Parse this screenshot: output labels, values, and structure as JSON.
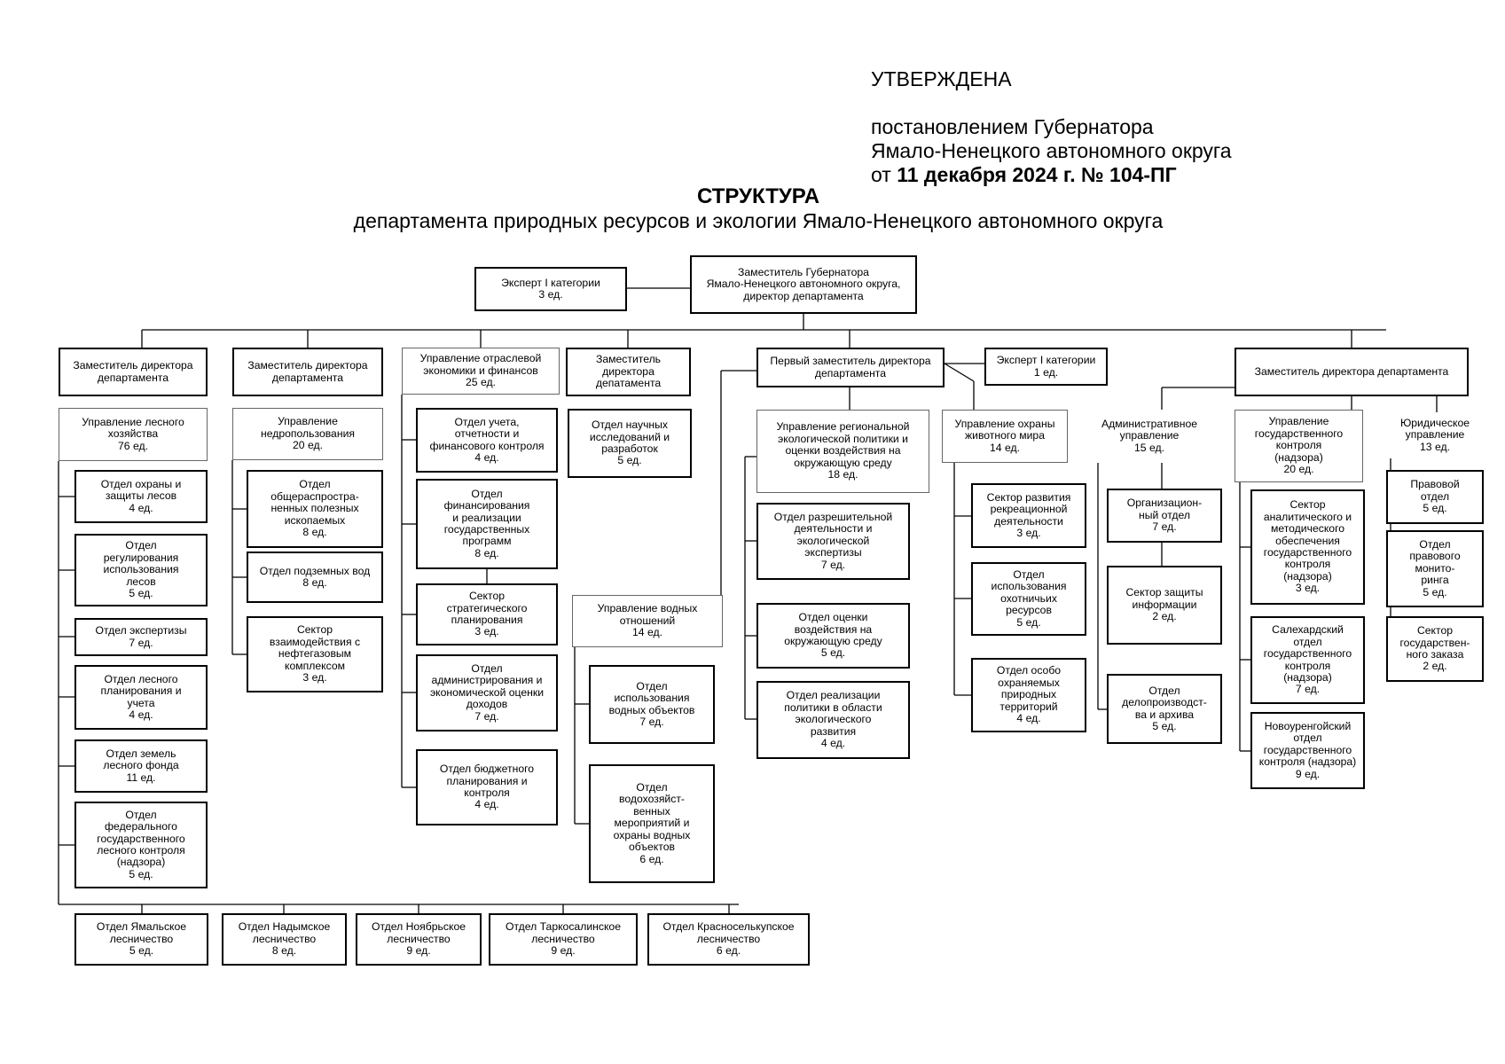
{
  "approval": {
    "heading": "УТВЕРЖДЕНА",
    "line1": "постановлением Губернатора",
    "line2": "Ямало-Ненецкого автономного округа",
    "date_prefix": "от",
    "date_value": "11 декабря 2024 г. № 104-ПГ"
  },
  "title": {
    "main": "СТРУКТУРА",
    "sub": "департамента природных ресурсов и экологии Ямало-Ненецкого автономного округа"
  },
  "units": [
    {
      "id": "director",
      "name": "Заместитель Губернатора\nЯмало-Ненецкого автономного округа,\nдиректор департамента",
      "count": ""
    },
    {
      "id": "expert_top",
      "name": "Эксперт I категории",
      "count": "3 ед."
    },
    {
      "id": "dep1",
      "name": "Заместитель директора\nдепартамента",
      "count": ""
    },
    {
      "id": "dep2",
      "name": "Заместитель директора\nдепартамента",
      "count": ""
    },
    {
      "id": "econ_mgmt",
      "name": "Управление отраслевой\nэкономики и финансов",
      "count": "25 ед."
    },
    {
      "id": "dep3",
      "name": "Заместитель\nдиректора\nдепатамента",
      "count": ""
    },
    {
      "id": "first_dep",
      "name": "Первый заместитель директора\nдепартамента",
      "count": ""
    },
    {
      "id": "expert_mid",
      "name": "Эксперт I категории",
      "count": "1 ед."
    },
    {
      "id": "dep4",
      "name": "Заместитель директора департамента",
      "count": ""
    },
    {
      "id": "forest_mgmt",
      "name": "Управление лесного\nхозяйства",
      "count": "76 ед."
    },
    {
      "id": "f1",
      "name": "Отдел охраны и\nзащиты лесов",
      "count": "4 ед."
    },
    {
      "id": "f2",
      "name": "Отдел\nрегулирования\nиспользования\nлесов",
      "count": "5 ед."
    },
    {
      "id": "f3",
      "name": "Отдел экспертизы",
      "count": "7 ед."
    },
    {
      "id": "f4",
      "name": "Отдел лесного\nпланирования и\nучета",
      "count": "4 ед."
    },
    {
      "id": "f5",
      "name": "Отдел земель\nлесного фонда",
      "count": "11 ед."
    },
    {
      "id": "f6",
      "name": "Отдел\nфедерального\nгосударственного\nлесного контроля\n(надзора)",
      "count": "5 ед."
    },
    {
      "id": "l1",
      "name": "Отдел Ямальское\nлесничество",
      "count": "5 ед."
    },
    {
      "id": "l2",
      "name": "Отдел Надымское\nлесничество",
      "count": "8 ед."
    },
    {
      "id": "l3",
      "name": "Отдел Ноябрьское\nлесничество",
      "count": "9 ед."
    },
    {
      "id": "l4",
      "name": "Отдел Таркосалинское\nлесничество",
      "count": "9 ед."
    },
    {
      "id": "l5",
      "name": "Отдел Красноселькупское\nлесничество",
      "count": "6 ед."
    },
    {
      "id": "nedra_mgmt",
      "name": "Управление\nнедропользования",
      "count": "20 ед."
    },
    {
      "id": "n1",
      "name": "Отдел\nобщераспростра-\nненных полезных\nископаемых",
      "count": "8 ед."
    },
    {
      "id": "n2",
      "name": "Отдел подземных вод",
      "count": "8 ед."
    },
    {
      "id": "n3",
      "name": "Сектор\nвзаимодействия с\nнефтегазовым\nкомплексом",
      "count": "3 ед."
    },
    {
      "id": "e1",
      "name": "Отдел учета,\nотчетности и\nфинансового контроля",
      "count": "4 ед."
    },
    {
      "id": "e2",
      "name": "Отдел\nфинансирования\nи реализации\nгосударственных\nпрограмм",
      "count": "8 ед."
    },
    {
      "id": "e3",
      "name": "Сектор\nстратегического\nпланирования",
      "count": "3 ед."
    },
    {
      "id": "e4",
      "name": "Отдел\nадминистрирования и\nэкономической оценки\nдоходов",
      "count": "7 ед."
    },
    {
      "id": "e5",
      "name": "Отдел бюджетного\nпланирования и\nконтроля",
      "count": "4 ед."
    },
    {
      "id": "research",
      "name": "Отдел научных\nисследований и\nразработок",
      "count": "5 ед."
    },
    {
      "id": "water_mgmt",
      "name": "Управление водных\nотношений",
      "count": "14 ед."
    },
    {
      "id": "w1",
      "name": "Отдел\nиспользования\nводных объектов",
      "count": "7 ед."
    },
    {
      "id": "w2",
      "name": "Отдел\nводохозяйст-\nвенных\nмероприятий и\nохраны водных\nобъектов",
      "count": "6 ед."
    },
    {
      "id": "eco_mgmt",
      "name": "Управление региональной\nэкологической политики и\nоценки воздействия на\nокружающую среду",
      "count": "18 ед."
    },
    {
      "id": "r1",
      "name": "Отдел разрешительной\nдеятельности и\nэкологической\nэкспертизы",
      "count": "7 ед."
    },
    {
      "id": "r2",
      "name": "Отдел оценки\nвоздействия на\nокружающую среду",
      "count": "5 ед."
    },
    {
      "id": "r3",
      "name": "Отдел реализации\nполитики в области\nэкологического\nразвития",
      "count": "4 ед."
    },
    {
      "id": "wild_mgmt",
      "name": "Управление охраны\nживотного мира",
      "count": "14 ед."
    },
    {
      "id": "z1",
      "name": "Сектор развития\nрекреационной\nдеятельности",
      "count": "3 ед."
    },
    {
      "id": "z2",
      "name": "Отдел\nиспользования\nохотничьих\nресурсов",
      "count": "5 ед."
    },
    {
      "id": "z3",
      "name": "Отдел особо\nохраняемых\nприродных\nтерриторий",
      "count": "4 ед."
    },
    {
      "id": "adm_mgmt",
      "name": "Административное\nуправление",
      "count": "15 ед."
    },
    {
      "id": "a1",
      "name": "Организацион-\nный отдел",
      "count": "7 ед."
    },
    {
      "id": "a2",
      "name": "Сектор  защиты\nинформации",
      "count": "2 ед."
    },
    {
      "id": "a3",
      "name": "Отдел\nделопроизводст-\nва и архива",
      "count": "5 ед."
    },
    {
      "id": "ctrl_mgmt",
      "name": "Управление\nгосударственного\nконтроля\n(надзора)",
      "count": "20 ед."
    },
    {
      "id": "c1",
      "name": "Сектор\nаналитического и\nметодического\nобеспечения\nгосударственного\nконтроля\n(надзора)",
      "count": "3 ед."
    },
    {
      "id": "c2",
      "name": "Салехардский\nотдел\nгосударственного\nконтроля\n(надзора)",
      "count": "7 ед."
    },
    {
      "id": "c3",
      "name": "Новоуренгойский\nотдел\nгосударственного\nконтроля (надзора)",
      "count": "9 ед."
    },
    {
      "id": "law_mgmt",
      "name": "Юридическое\nуправление",
      "count": "13 ед."
    },
    {
      "id": "j1",
      "name": "Правовой\nотдел",
      "count": "5 ед."
    },
    {
      "id": "j2",
      "name": "Отдел\nправового\nмонито-\nринга",
      "count": "5 ед."
    },
    {
      "id": "j3",
      "name": "Сектор\nгосударствен-\nного заказа",
      "count": "2 ед."
    }
  ]
}
